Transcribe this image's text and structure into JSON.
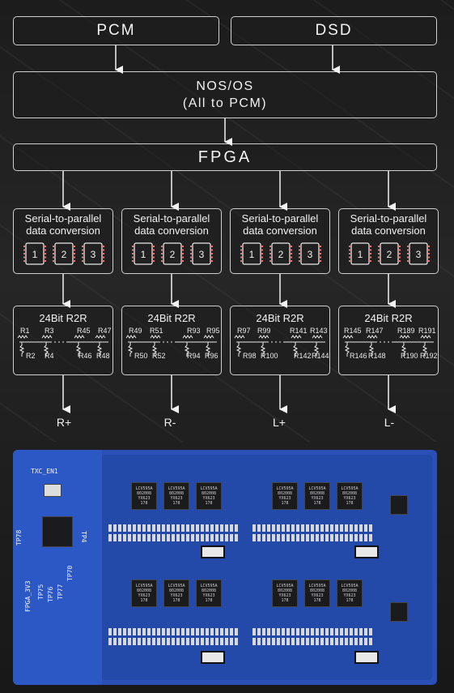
{
  "top_inputs": {
    "pcm": "PCM",
    "dsd": "DSD"
  },
  "nos": {
    "line1": "NOS/OS",
    "line2": "(All to PCM)"
  },
  "fpga": "FPGA",
  "channels": [
    {
      "converter_line1": "Serial-to-parallel",
      "converter_line2": "data conversion",
      "chips": [
        "1",
        "2",
        "3"
      ],
      "r2r_title": "24Bit R2R",
      "top_resistors": [
        "R1",
        "R3",
        "R45",
        "R47"
      ],
      "bottom_resistors": [
        "R2",
        "R4",
        "R46",
        "R48"
      ],
      "output": "R+"
    },
    {
      "converter_line1": "Serial-to-parallel",
      "converter_line2": "data conversion",
      "chips": [
        "1",
        "2",
        "3"
      ],
      "r2r_title": "24Bit R2R",
      "top_resistors": [
        "R49",
        "R51",
        "R93",
        "R95"
      ],
      "bottom_resistors": [
        "R50",
        "R52",
        "R94",
        "R96"
      ],
      "output": "R-"
    },
    {
      "converter_line1": "Serial-to-parallel",
      "converter_line2": "data conversion",
      "chips": [
        "1",
        "2",
        "3"
      ],
      "r2r_title": "24Bit R2R",
      "top_resistors": [
        "R97",
        "R99",
        "R141",
        "R143"
      ],
      "bottom_resistors": [
        "R98",
        "R100",
        "R142",
        "R144"
      ],
      "output": "L+"
    },
    {
      "converter_line1": "Serial-to-parallel",
      "converter_line2": "data conversion",
      "chips": [
        "1",
        "2",
        "3"
      ],
      "r2r_title": "24Bit R2R",
      "top_resistors": [
        "R145",
        "R147",
        "R189",
        "R191"
      ],
      "bottom_resistors": [
        "R146",
        "R148",
        "R190",
        "R192"
      ],
      "output": "L-"
    }
  ],
  "board": {
    "silk_txc": "TXC_EN1",
    "silk_fpga": "FPGA_3V3",
    "silk_tp": [
      "TP78",
      "TP75",
      "TP76",
      "TP77",
      "TP70",
      "TP4"
    ],
    "ic_label": "LCV595A\n802008\nYX623\n178"
  },
  "colors": {
    "background": "#1f1f1f",
    "box_border": "#cfcfcf",
    "pcb_blue": "#2a50b8"
  }
}
